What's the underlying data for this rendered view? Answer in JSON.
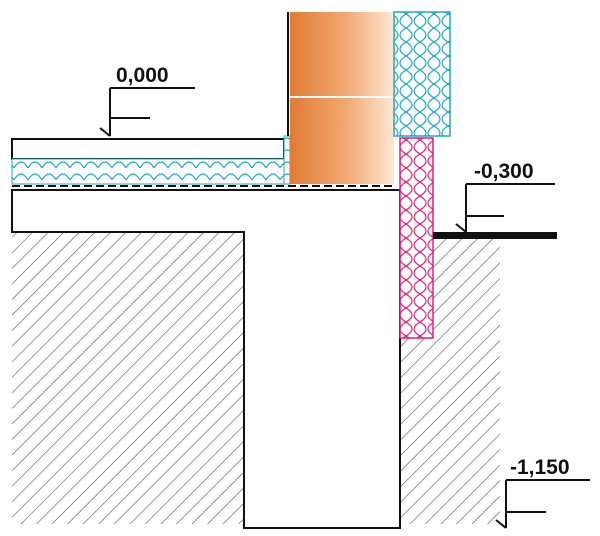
{
  "levels": {
    "ground_floor": "0,000",
    "outside_ground": "-0,300",
    "foundation_base": "-1,150"
  },
  "colors": {
    "hatch": "#555555",
    "insulation_blue": "#1fa8c4",
    "insulation_pink": "#e0207a",
    "brick_light": "#fbe3cf",
    "brick_dark": "#e07b35",
    "line": "#111111"
  }
}
